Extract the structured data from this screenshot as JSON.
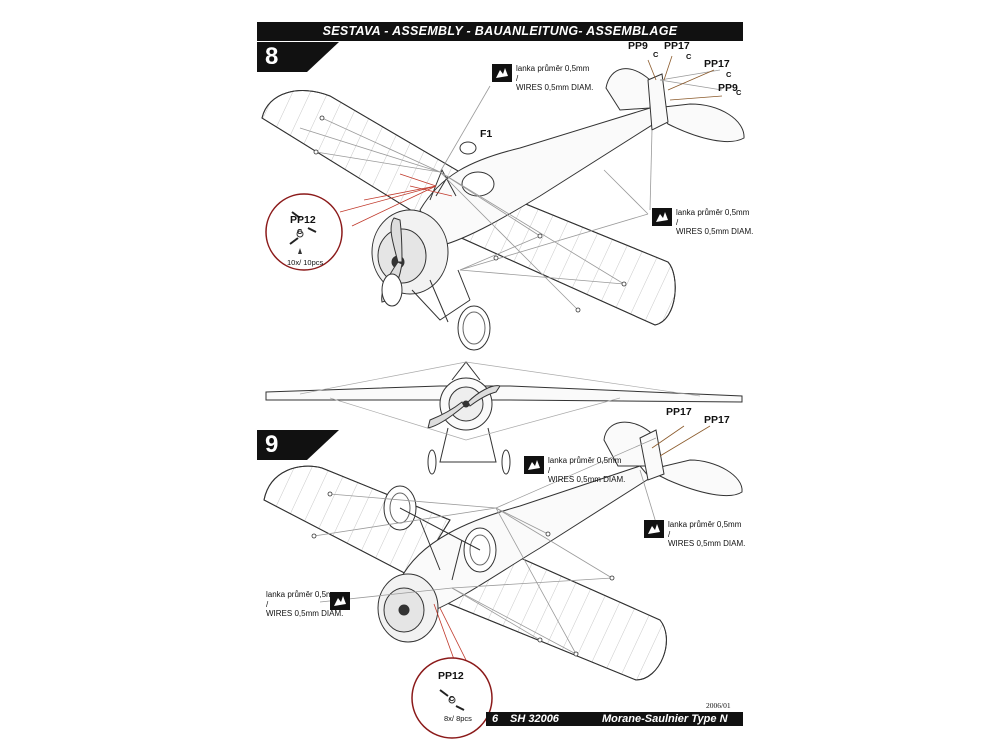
{
  "header": {
    "title": "SESTAVA - ASSEMBLY - BAUANLEITUNG- ASSEMBLAGE"
  },
  "steps": [
    {
      "number": "8"
    },
    {
      "number": "9"
    }
  ],
  "wire_note": {
    "line1": "lanka průměr 0,5mm",
    "line2": "/",
    "line3": "WIRES 0,5mm DIAM."
  },
  "parts": {
    "pp9": "PP9",
    "pp17": "PP17",
    "pp12": "PP12",
    "f1": "F1",
    "cement": "C"
  },
  "quantity": {
    "step8": "10x/ 10pcs",
    "step9": "8x/ 8pcs"
  },
  "footer": {
    "page": "6",
    "kit_code": "SH 32006",
    "model_name": "Morane-Saulnier Type N",
    "year_code": "2006/01"
  },
  "colors": {
    "ink": "#111111",
    "callout_red": "#8b1a1a",
    "wire_red": "#c0392b"
  }
}
